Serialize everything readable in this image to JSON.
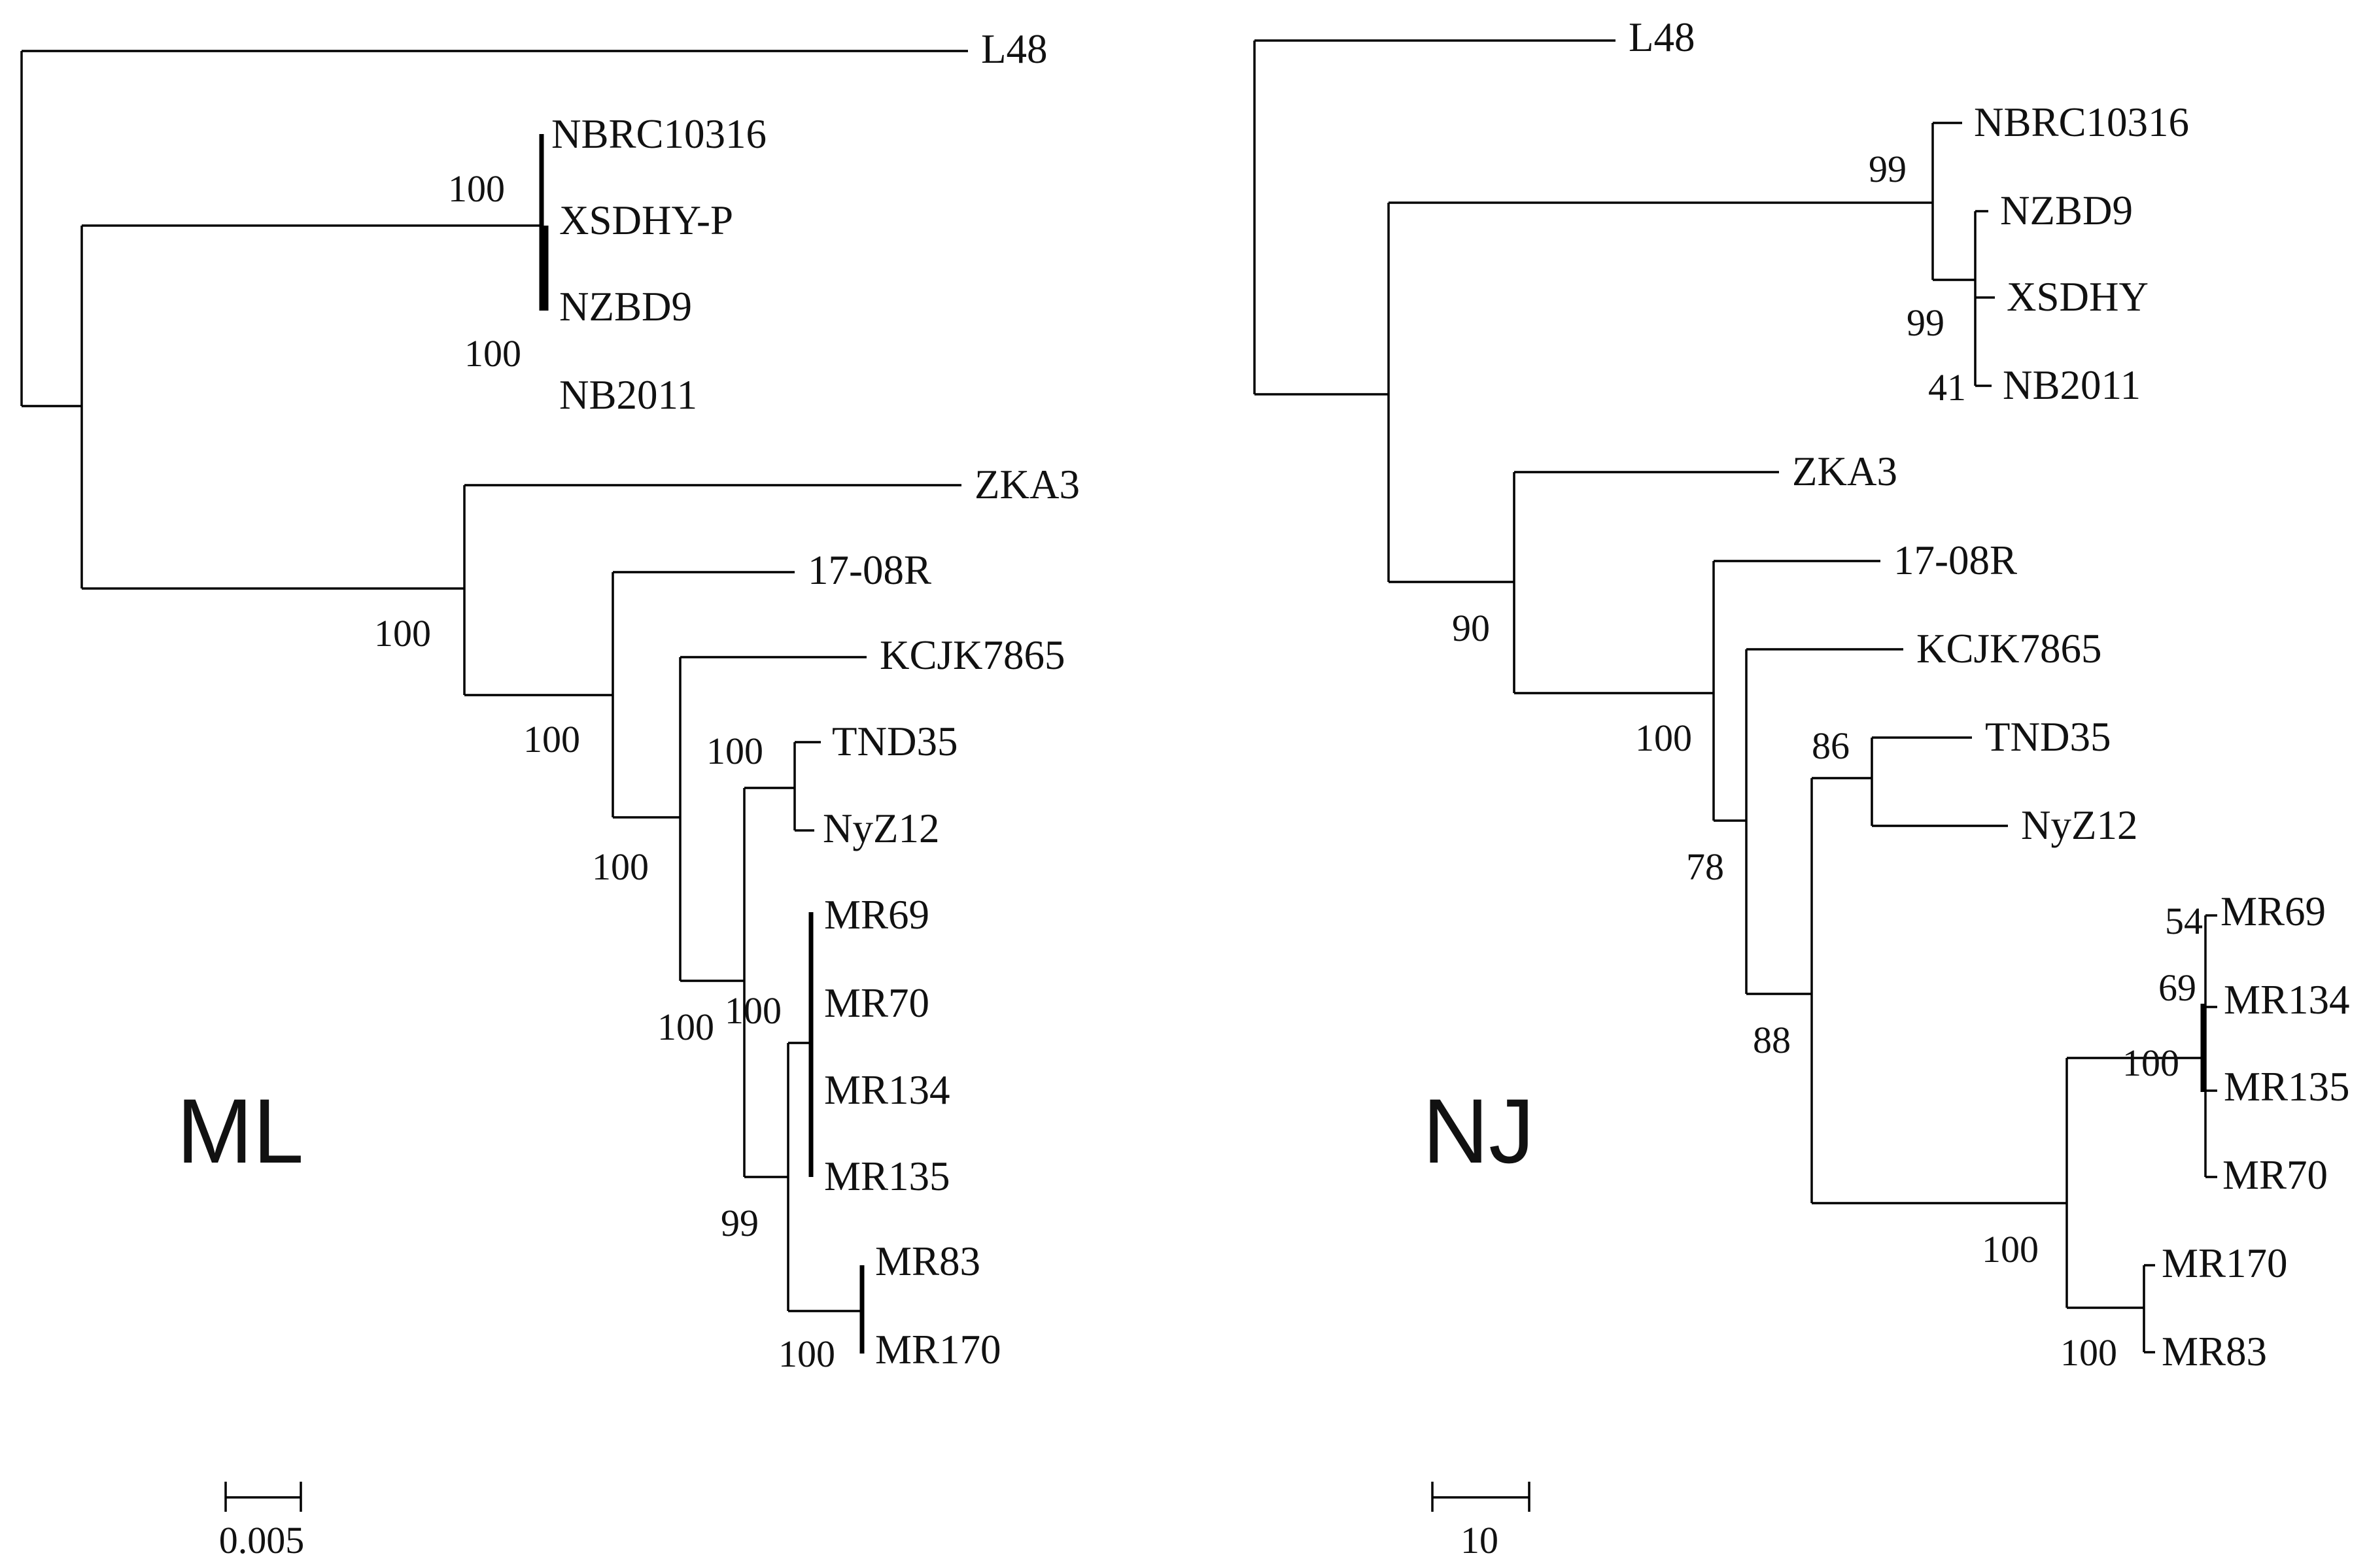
{
  "ml": {
    "title": "ML",
    "scale_label": "0.005",
    "leaves": [
      "L48",
      "NBRC10316",
      "XSDHY-P",
      "NZBD9",
      "NB2011",
      "ZKA3",
      "17-08R",
      "KCJK7865",
      "TND35",
      "NyZ12",
      "MR69",
      "MR70",
      "MR134",
      "MR135",
      "MR83",
      "MR170"
    ],
    "bootstrap": [
      "100",
      "100",
      "100",
      "100",
      "100",
      "100",
      "100",
      "100",
      "99",
      "100"
    ]
  },
  "nj": {
    "title": "NJ",
    "scale_label": "10",
    "leaves": [
      "L48",
      "NBRC10316",
      "NZBD9",
      "XSDHY",
      "NB2011",
      "ZKA3",
      "17-08R",
      "KCJK7865",
      "TND35",
      "NyZ12",
      "MR69",
      "MR134",
      "MR135",
      "MR70",
      "MR170",
      "MR83"
    ],
    "bootstrap": [
      "99",
      "99",
      "41",
      "90",
      "100",
      "78",
      "86",
      "88",
      "54",
      "69",
      "100",
      "100",
      "100"
    ]
  }
}
